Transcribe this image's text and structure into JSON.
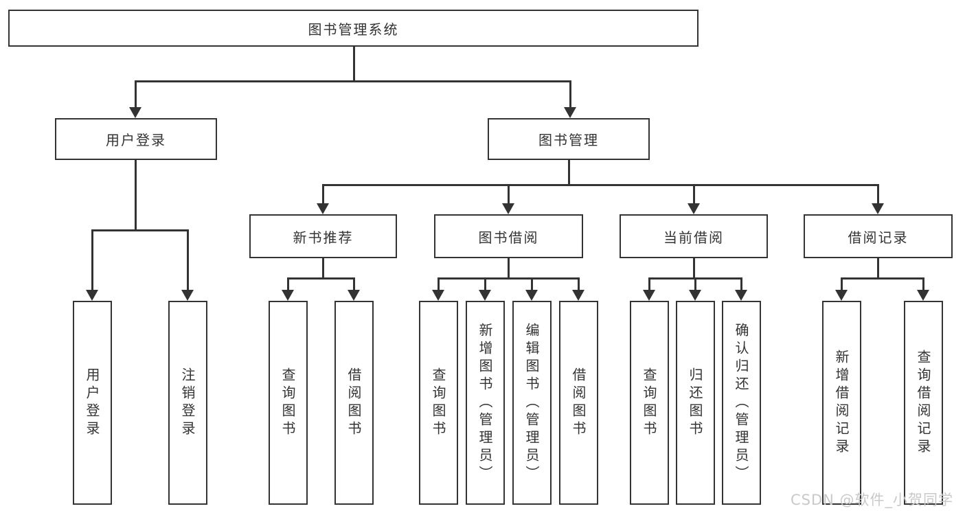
{
  "diagram": {
    "root": {
      "label": "图书管理系统"
    },
    "branches": [
      {
        "label": "用户登录",
        "children": [
          {
            "label": "用户登录"
          },
          {
            "label": "注销登录"
          }
        ]
      },
      {
        "label": "图书管理",
        "children": [
          {
            "label": "新书推荐",
            "children": [
              {
                "label": "查询图书"
              },
              {
                "label": "借阅图书"
              }
            ]
          },
          {
            "label": "图书借阅",
            "children": [
              {
                "label": "查询图书"
              },
              {
                "label": "新增图书（管理员）"
              },
              {
                "label": "编辑图书（管理员）"
              },
              {
                "label": "借阅图书"
              }
            ]
          },
          {
            "label": "当前借阅",
            "children": [
              {
                "label": "查询图书"
              },
              {
                "label": "归还图书"
              },
              {
                "label": "确认归还（管理员）"
              }
            ]
          },
          {
            "label": "借阅记录",
            "children": [
              {
                "label": "新增借阅记录"
              },
              {
                "label": "查询借阅记录"
              }
            ]
          }
        ]
      }
    ],
    "colors": {
      "line": "#333333",
      "text": "#333333",
      "background": "#ffffff",
      "watermark": "#c9c9c9"
    },
    "watermark": {
      "text": "CSDN @软件_小贺同学"
    }
  }
}
